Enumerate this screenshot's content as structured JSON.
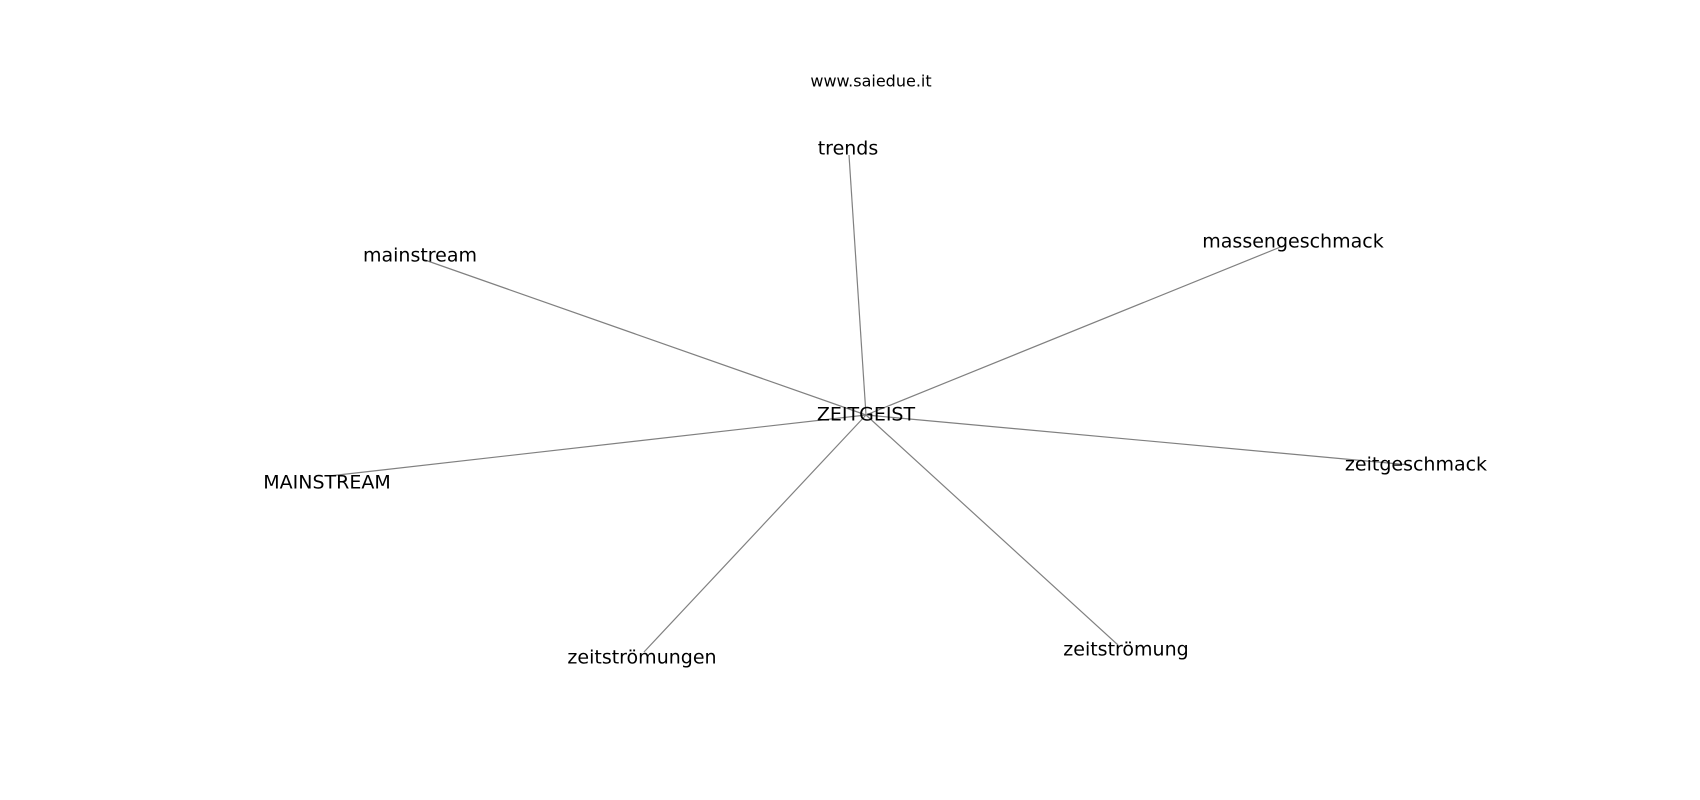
{
  "watermark": "www.saiedue.it",
  "center": {
    "id": "zeitgeist",
    "label": "ZEITGEIST"
  },
  "nodes": [
    {
      "id": "trends",
      "label": "trends"
    },
    {
      "id": "massengeschmack",
      "label": "massengeschmack"
    },
    {
      "id": "mainstream-lower",
      "label": "mainstream"
    },
    {
      "id": "mainstream-upper",
      "label": "MAINSTREAM"
    },
    {
      "id": "zeitgeschmack",
      "label": "zeitgeschmack"
    },
    {
      "id": "zeitstroemungen",
      "label": "zeitströmungen"
    },
    {
      "id": "zeitstroemung",
      "label": "zeitströmung"
    }
  ],
  "edges": [
    {
      "from": "zeitgeist",
      "to": "trends"
    },
    {
      "from": "zeitgeist",
      "to": "massengeschmack"
    },
    {
      "from": "zeitgeist",
      "to": "mainstream-lower"
    },
    {
      "from": "zeitgeist",
      "to": "mainstream-upper"
    },
    {
      "from": "zeitgeist",
      "to": "zeitgeschmack"
    },
    {
      "from": "zeitgeist",
      "to": "zeitstroemungen"
    },
    {
      "from": "zeitgeist",
      "to": "zeitstroemung"
    }
  ],
  "colors": {
    "edge": "#808080",
    "text": "#000000",
    "background": "#ffffff"
  }
}
